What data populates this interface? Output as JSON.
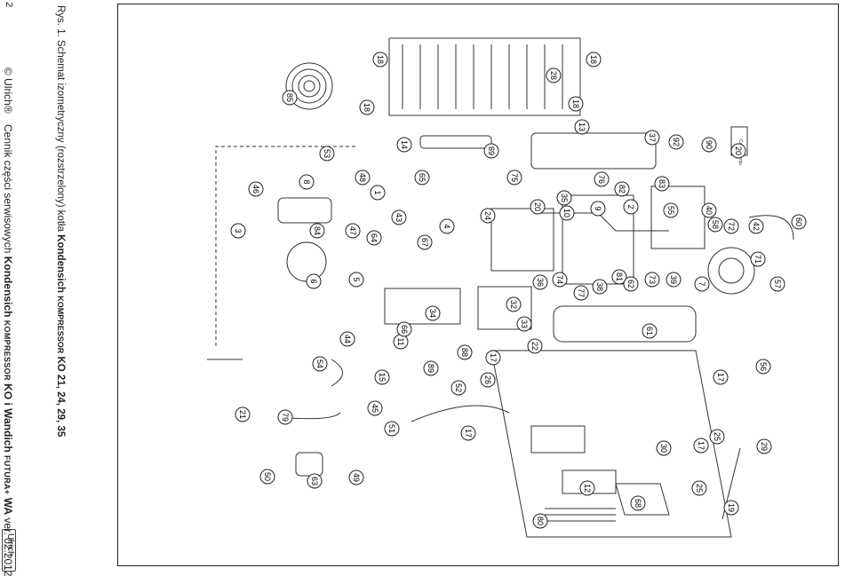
{
  "page": {
    "page_number": "2",
    "copyright": "© Ulrich®",
    "caption": {
      "prefix": "Rys. 1.",
      "text": "Schemat izometryczny (rozstrzelony) kotła",
      "brand": "Kondensich",
      "model_sc": "KOMPRESSOR",
      "models": "KO 21, 24, 29, 35"
    },
    "price_title": {
      "prefix": "Cennik części serwisowych",
      "brand": "Kondensich",
      "sc1": "KOMPRESSOR",
      "mid": "KO i Wandich",
      "sc2": "FUTURA+",
      "tail": "WA",
      "version": "ver. 02.2012"
    },
    "brand_tag": "Ulrich"
  },
  "diagram": {
    "labels": [
      "18",
      "18",
      "28",
      "18",
      "85",
      "18",
      "13",
      "37",
      "92",
      "90",
      "20",
      "14",
      "69",
      "53",
      "75",
      "83",
      "8",
      "46",
      "48",
      "1",
      "65",
      "76",
      "82",
      "35",
      "10",
      "2",
      "55",
      "40",
      "58",
      "72",
      "42",
      "60",
      "20",
      "9",
      "3",
      "84",
      "47",
      "43",
      "24",
      "4",
      "64",
      "67",
      "36",
      "74",
      "77",
      "38",
      "81",
      "62",
      "73",
      "39",
      "7",
      "71",
      "57",
      "6",
      "5",
      "32",
      "34",
      "33",
      "44",
      "11",
      "66",
      "22",
      "61",
      "54",
      "88",
      "17",
      "89",
      "56",
      "15",
      "26",
      "52",
      "17",
      "45",
      "21",
      "79",
      "51",
      "17",
      "25",
      "30",
      "29",
      "25",
      "17",
      "12",
      "50",
      "63",
      "49",
      "68",
      "80",
      "19"
    ],
    "plate_text": "Czujnik temp."
  }
}
